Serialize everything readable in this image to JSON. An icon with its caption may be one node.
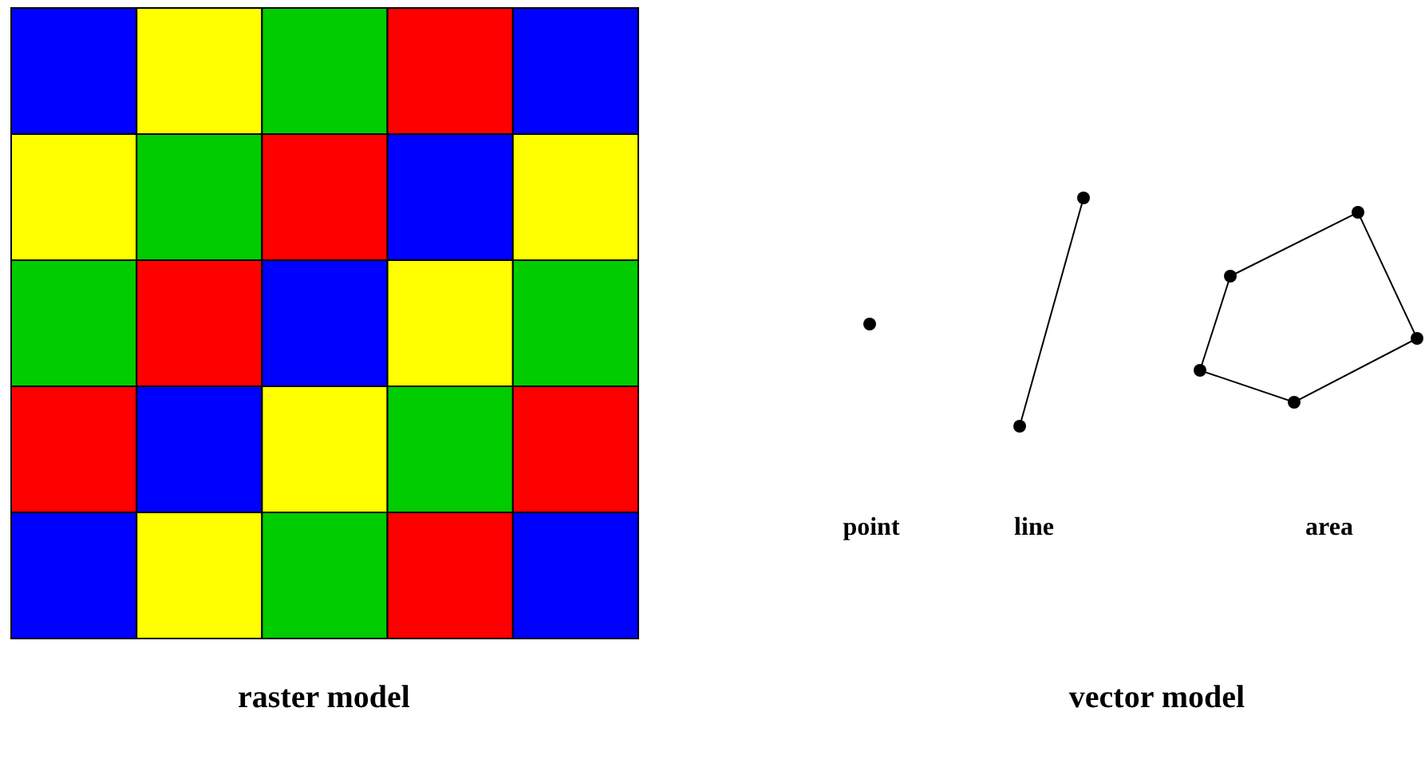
{
  "diagram": {
    "labels": [
      "point",
      "line",
      "area",
      "raster model",
      "vector model"
    ]
  }
}
